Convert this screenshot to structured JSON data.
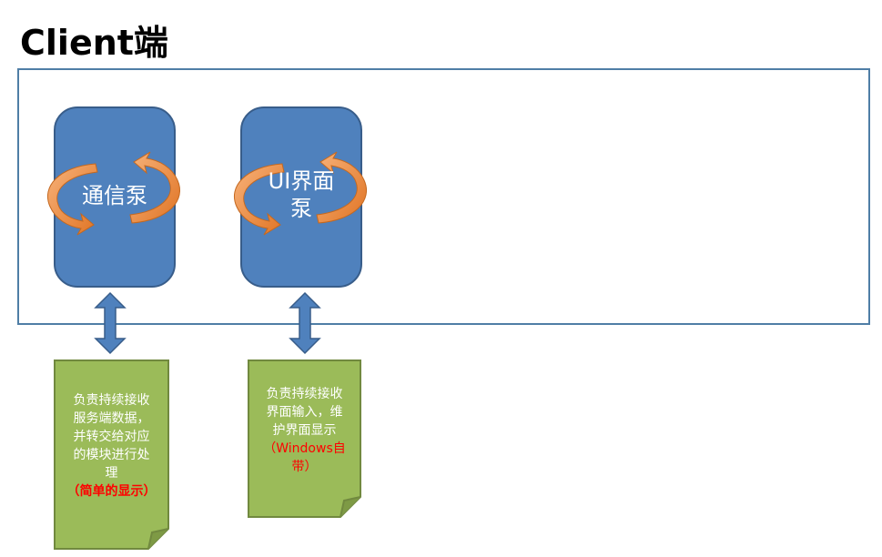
{
  "title": "Client端",
  "pumps": [
    {
      "id": "comm",
      "label_lines": [
        "通信泵"
      ]
    },
    {
      "id": "ui",
      "label_lines": [
        "UI界面",
        "泵"
      ]
    }
  ],
  "notes": [
    {
      "id": "comm-note",
      "lines": [
        "负责持续接收",
        "服务端数据，",
        "并转交给对应",
        "的模块进行处",
        "理"
      ],
      "highlight": "（简单的显示）"
    },
    {
      "id": "ui-note",
      "lines": [
        "负责持续接收",
        "界面输入，维",
        "护界面显示"
      ],
      "highlight_lines": [
        "（Windows自",
        "带）"
      ]
    }
  ],
  "colors": {
    "box_border": "#4f7ea6",
    "pump_fill": "#4f81bd",
    "pump_border": "#385d8a",
    "cycle_arrow": "#f08a35",
    "note_fill": "#9bbb59",
    "note_border": "#71893f",
    "highlight": "#ff0000"
  }
}
